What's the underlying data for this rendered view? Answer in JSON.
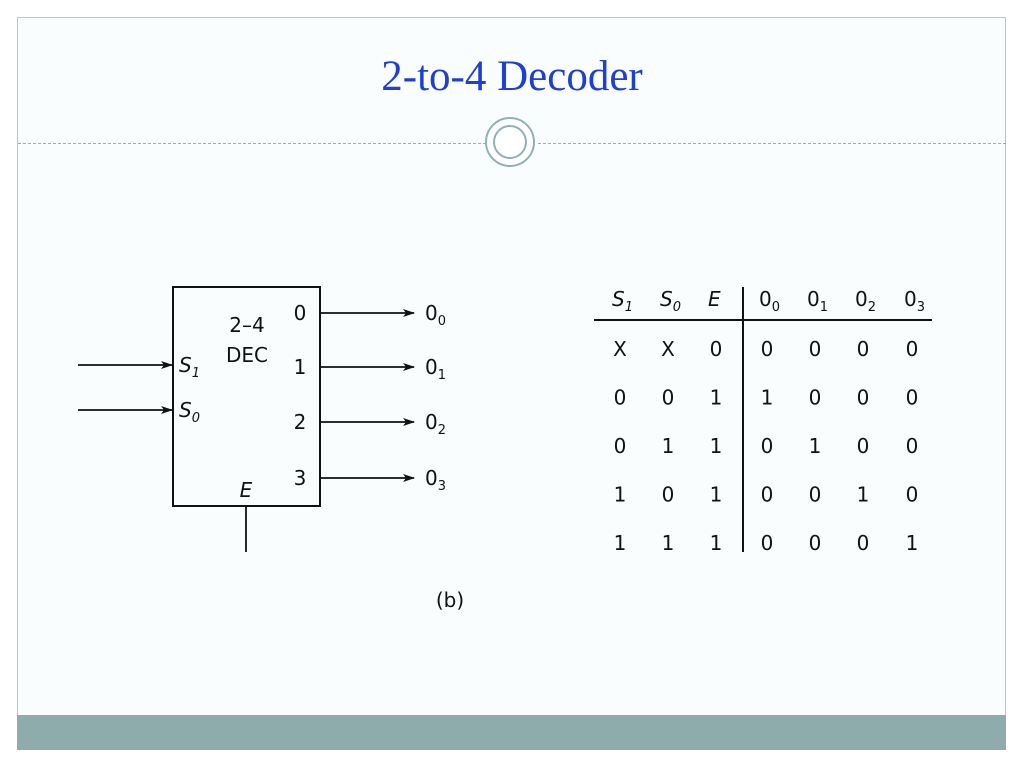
{
  "slide": {
    "title": "2-to-4 Decoder"
  },
  "decoder": {
    "block_label_line1": "2–4",
    "block_label_line2": "DEC",
    "select_inputs": [
      {
        "letter": "S",
        "sub": "1"
      },
      {
        "letter": "S",
        "sub": "0"
      }
    ],
    "enable_label": "E",
    "output_pins": [
      "0",
      "1",
      "2",
      "3"
    ],
    "outputs": [
      {
        "letter": "0",
        "sub": "0"
      },
      {
        "letter": "0",
        "sub": "1"
      },
      {
        "letter": "0",
        "sub": "2"
      },
      {
        "letter": "0",
        "sub": "3"
      }
    ],
    "caption": "(b)"
  },
  "truth_table": {
    "headers": [
      {
        "letter": "S",
        "sub": "1",
        "italic": true
      },
      {
        "letter": "S",
        "sub": "0",
        "italic": true
      },
      {
        "letter": "E",
        "sub": "",
        "italic": true
      },
      {
        "letter": "0",
        "sub": "0",
        "italic": false
      },
      {
        "letter": "0",
        "sub": "1",
        "italic": false
      },
      {
        "letter": "0",
        "sub": "2",
        "italic": false
      },
      {
        "letter": "0",
        "sub": "3",
        "italic": false
      }
    ],
    "rows": [
      [
        "X",
        "X",
        "0",
        "0",
        "0",
        "0",
        "0"
      ],
      [
        "0",
        "0",
        "1",
        "1",
        "0",
        "0",
        "0"
      ],
      [
        "0",
        "1",
        "1",
        "0",
        "1",
        "0",
        "0"
      ],
      [
        "1",
        "0",
        "1",
        "0",
        "0",
        "1",
        "0"
      ],
      [
        "1",
        "1",
        "1",
        "0",
        "0",
        "0",
        "1"
      ]
    ]
  }
}
